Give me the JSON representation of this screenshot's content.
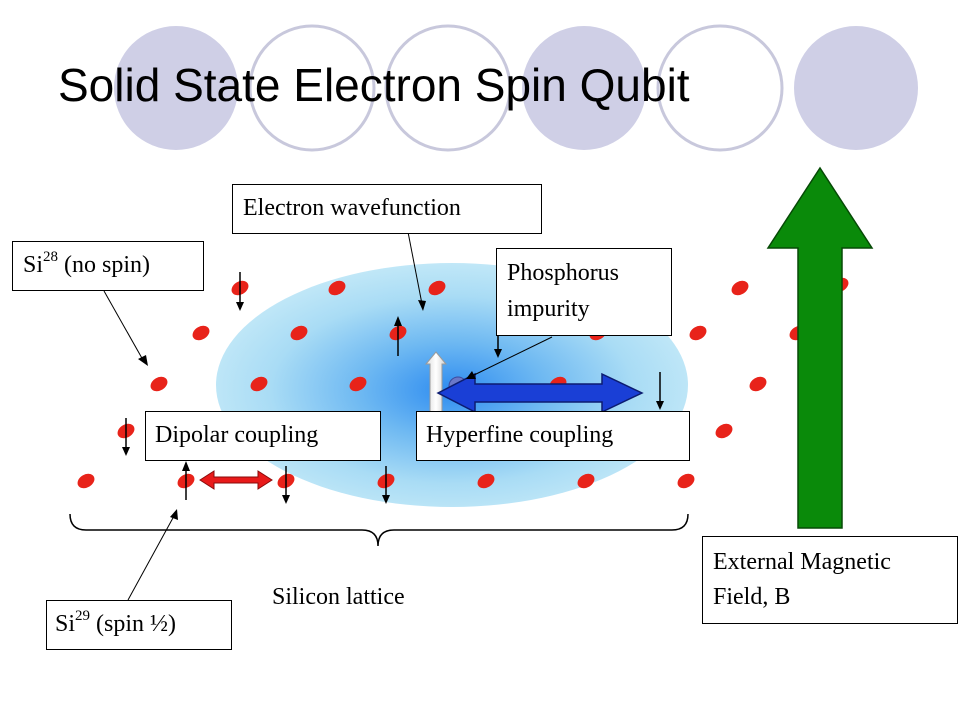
{
  "title": "Solid State Electron Spin Qubit",
  "labels": {
    "electron_wavefunction": "Electron wavefunction",
    "si28_prefix": "Si",
    "si28_sup": "28",
    "si28_suffix": " (no spin)",
    "phosphorus_line1": "Phosphorus",
    "phosphorus_line2": "impurity",
    "dipolar_coupling": "Dipolar coupling",
    "hyperfine_coupling": "Hyperfine coupling",
    "silicon_lattice": "Silicon lattice",
    "si29_prefix": "Si",
    "si29_sup": "29",
    "si29_suffix": " (spin ½)",
    "field_line1": "External Magnetic",
    "field_line2": "Field, B"
  },
  "colors": {
    "header_circle_fill": "#cfcfe6",
    "header_circle_stroke": "#c8c8dc",
    "atom": "#e8231a",
    "wavefunction_center": "#2e8cf0",
    "wavefunction_edge": "#bfe6f7",
    "hyperfine_arrow": "#1a3fd6",
    "dipolar_arrow": "#e81a1a",
    "field_arrow": "#0a8a0a"
  }
}
